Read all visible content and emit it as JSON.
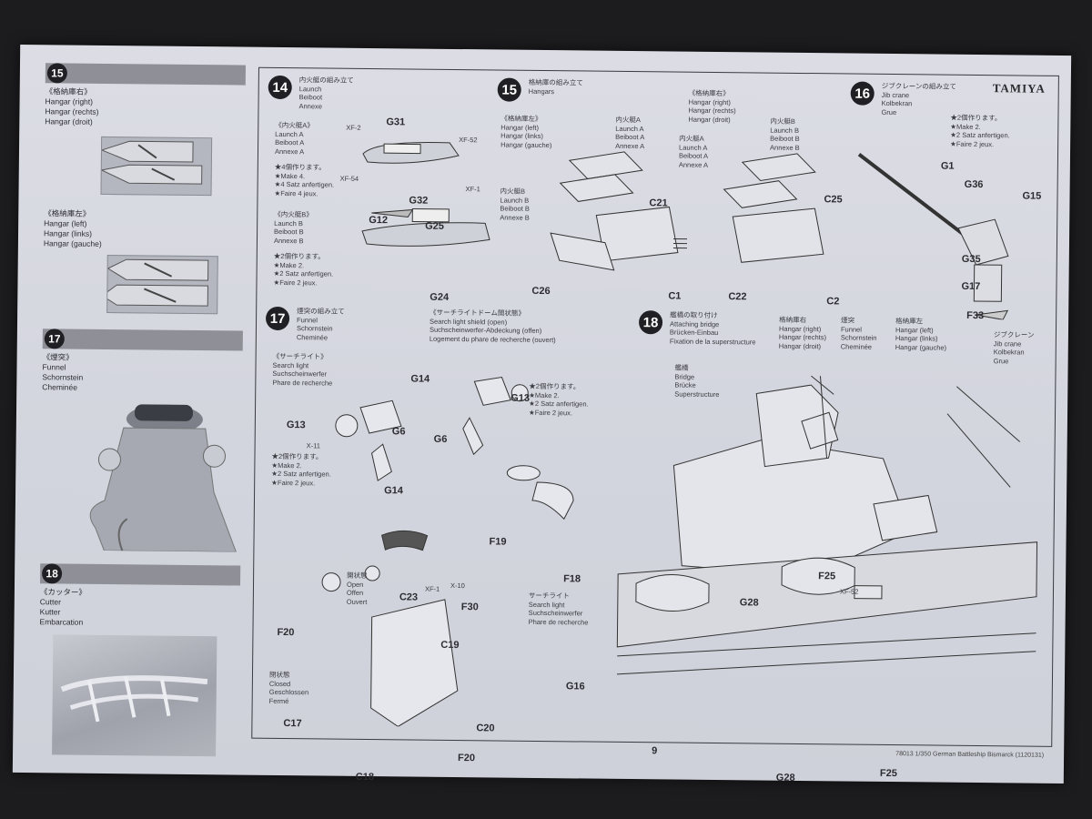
{
  "brand": "TAMIYA",
  "page_number": "9",
  "footer": "78013 1/350 German Battleship Bismarck (1120131)",
  "left": {
    "s15": {
      "num": "15",
      "right": {
        "jp": "《格納庫右》",
        "en": "Hangar (right)",
        "de": "Hangar (rechts)",
        "fr": "Hangar (droit)"
      },
      "left": {
        "jp": "《格納庫左》",
        "en": "Hangar (left)",
        "de": "Hangar (links)",
        "fr": "Hangar (gauche)"
      }
    },
    "s17": {
      "num": "17",
      "jp": "《煙突》",
      "en": "Funnel",
      "de": "Schornstein",
      "fr": "Cheminée"
    },
    "s18": {
      "num": "18",
      "jp": "《カッター》",
      "en": "Cutter",
      "de": "Kutter",
      "fr": "Embarcation"
    }
  },
  "steps": {
    "s14": {
      "num": "14",
      "jp": "内火艇の組み立て",
      "en": "Launch",
      "de": "Beiboot",
      "fr": "Annexe",
      "a": {
        "jp": "《内火艇A》",
        "en": "Launch A",
        "de": "Beiboot A",
        "fr": "Annexe A",
        "note": [
          "★4個作ります。",
          "★Make 4.",
          "★4 Satz anfertigen.",
          "★Faire 4 jeux."
        ]
      },
      "b": {
        "jp": "《内火艇B》",
        "en": "Launch B",
        "de": "Beiboot B",
        "fr": "Annexe B",
        "note": [
          "★2個作ります。",
          "★Make 2.",
          "★2 Satz anfertigen.",
          "★Faire 2 jeux."
        ]
      },
      "parts": [
        "G31",
        "G32",
        "G12",
        "G25",
        "G24"
      ],
      "tags": [
        "XF-2",
        "XF-52",
        "XF-54",
        "XF-1"
      ]
    },
    "s15": {
      "num": "15",
      "jp": "格納庫の組み立て",
      "en": "Hangars",
      "left": {
        "jp": "《格納庫左》",
        "en": "Hangar (left)",
        "de": "Hangar (links)",
        "fr": "Hangar (gauche)"
      },
      "right": {
        "jp": "《格納庫右》",
        "en": "Hangar (right)",
        "de": "Hangar (rechts)",
        "fr": "Hangar (droit)"
      },
      "launch_a": [
        "内火艇A",
        "Launch A",
        "Beiboot A",
        "Annexe A"
      ],
      "launch_b": [
        "内火艇B",
        "Launch B",
        "Beiboot B",
        "Annexe B"
      ],
      "parts": [
        "C21",
        "C26",
        "C1",
        "C25",
        "C22",
        "C2"
      ]
    },
    "s16": {
      "num": "16",
      "jp": "ジブクレーンの組み立て",
      "en": "Jib crane",
      "de": "Kolbekran",
      "fr": "Grue",
      "note": [
        "★2個作ります。",
        "★Make 2.",
        "★2 Satz anfertigen.",
        "★Faire 2 jeux."
      ],
      "parts": [
        "G1",
        "G36",
        "G15",
        "G35",
        "G17",
        "F33"
      ]
    },
    "s17": {
      "num": "17",
      "jp": "煙突の組み立て",
      "en": "Funnel",
      "de": "Schornstein",
      "fr": "Cheminée",
      "dome": {
        "jp": "《サーチライトドーム開状態》",
        "en": "Search light shield (open)",
        "de": "Suchscheinwerfer-Abdeckung (offen)",
        "fr": "Logement du phare de recherche (ouvert)"
      },
      "light": {
        "jp": "《サーチライト》",
        "en": "Search light",
        "de": "Suchscheinwerfer",
        "fr": "Phare de recherche"
      },
      "note": [
        "★2個作ります。",
        "★Make 2.",
        "★2 Satz anfertigen.",
        "★Faire 2 jeux."
      ],
      "open": [
        "開状態",
        "Open",
        "Offen",
        "Ouvert"
      ],
      "closed": [
        "閉状態",
        "Closed",
        "Geschlossen",
        "Fermé"
      ],
      "searchlight": [
        "サーチライト",
        "Search light",
        "Suchscheinwerfer",
        "Phare de recherche"
      ],
      "parts": [
        "G14",
        "G13",
        "G6",
        "G14",
        "G13",
        "G6",
        "F19",
        "F18",
        "C23",
        "F30",
        "C19",
        "F20",
        "C17",
        "C18",
        "F20",
        "C20",
        "G16"
      ],
      "tags": [
        "X-11",
        "XF-1",
        "X-10"
      ]
    },
    "s18": {
      "num": "18",
      "jp": "艦橋の取り付け",
      "en": "Attaching bridge",
      "de": "Brücken-Einbau",
      "fr": "Fixation de la superstructure",
      "bridge": [
        "艦橋",
        "Bridge",
        "Brücke",
        "Superstructure"
      ],
      "hangar_right": [
        "格納庫右",
        "Hangar (right)",
        "Hangar (rechts)",
        "Hangar (droit)"
      ],
      "funnel": [
        "煙突",
        "Funnel",
        "Schornstein",
        "Cheminée"
      ],
      "hangar_left": [
        "格納庫左",
        "Hangar (left)",
        "Hangar (links)",
        "Hangar (gauche)"
      ],
      "crane": [
        "ジブクレーン",
        "Jib crane",
        "Kolbekran",
        "Grue"
      ],
      "parts": [
        "F25",
        "G28",
        "G28",
        "F25"
      ],
      "tags": [
        "XF-52"
      ]
    }
  }
}
